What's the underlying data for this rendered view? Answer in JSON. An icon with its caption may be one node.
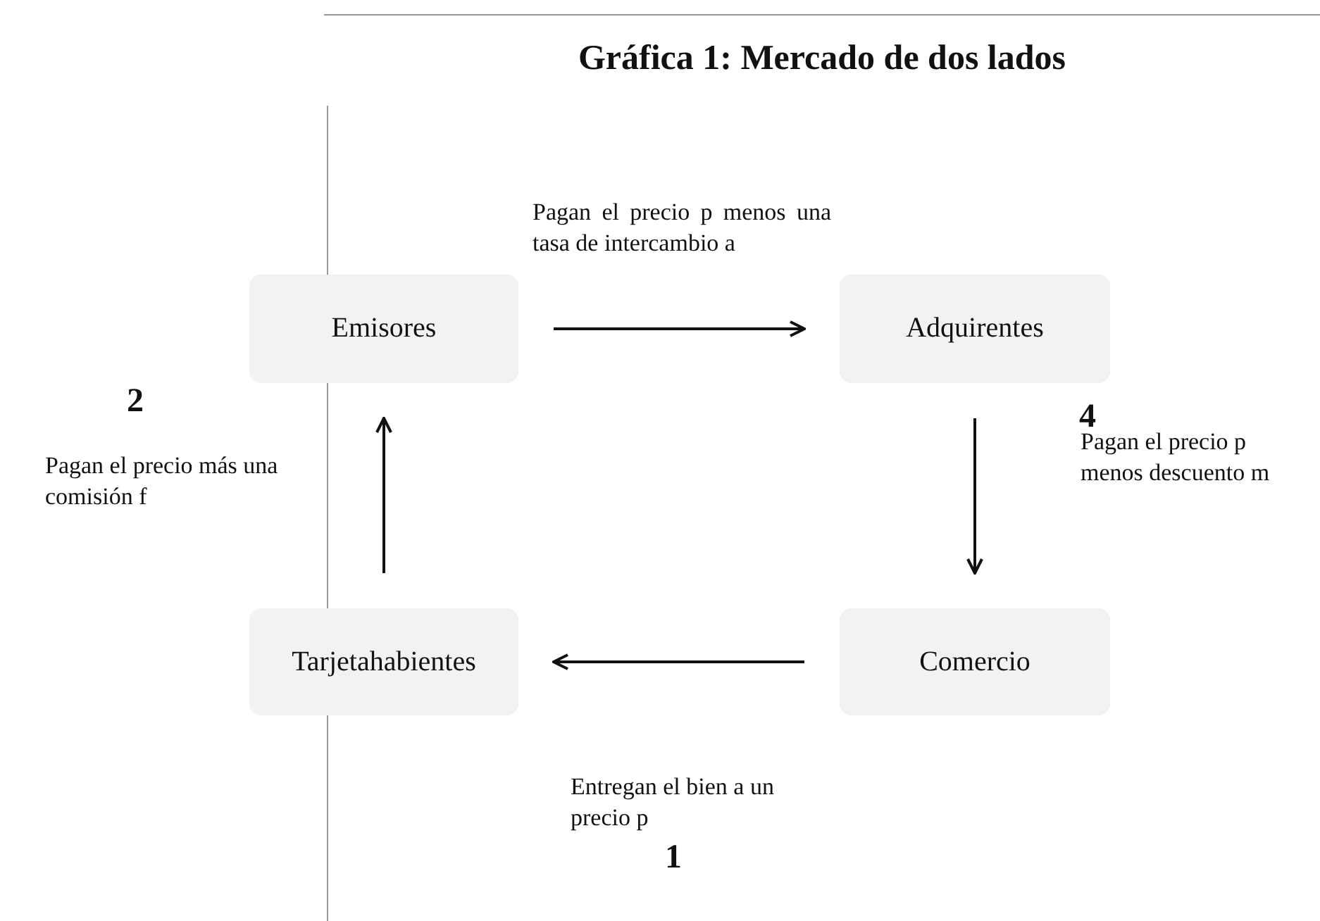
{
  "diagram": {
    "title": "Gráfica 1: Mercado de dos lados",
    "nodes": [
      {
        "text": [
          "Emisores"
        ]
      },
      {
        "text": [
          "Adquirentes"
        ]
      },
      {
        "text": [
          "Tarjetahabientes"
        ]
      },
      {
        "text": [
          "Comercio"
        ]
      }
    ],
    "edges": [
      {
        "from": 0,
        "to": 1,
        "arrow": "to",
        "label": "Pagan el precio p menos una tasa de intercambio a"
      },
      {
        "from": 1,
        "to": 3,
        "arrow": "to",
        "label": "Pagan el precio p menos descuento m"
      },
      {
        "from": 3,
        "to": 2,
        "arrow": "to",
        "label": "Entregan el bien a un precio p"
      },
      {
        "from": 2,
        "to": 0,
        "arrow": "to",
        "label": "Pagan el precio más una comisión f"
      }
    ],
    "labels": [
      "2",
      "4",
      "1"
    ]
  }
}
